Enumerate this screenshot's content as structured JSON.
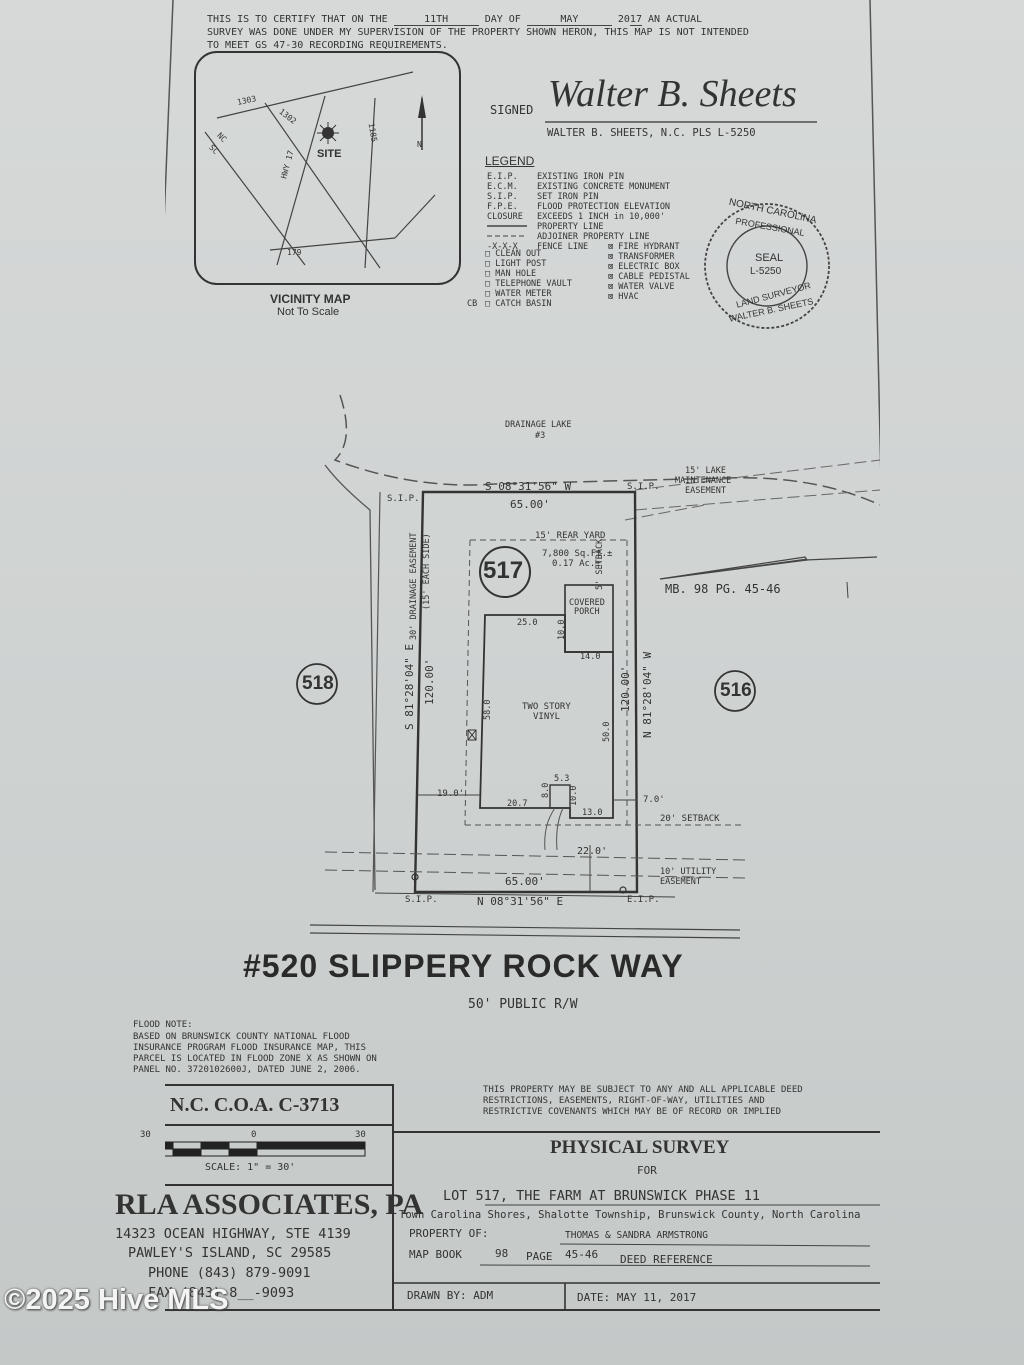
{
  "certification": {
    "line1_a": "THIS IS TO CERTIFY THAT ON THE",
    "day": "11TH",
    "line1_b": "DAY OF",
    "month": "MAY",
    "year_prefix": "20",
    "year_suffix": "17",
    "line1_c": "AN ACTUAL",
    "line2": "SURVEY WAS DONE UNDER MY SUPERVISION OF THE PROPERTY SHOWN HERON, THIS MAP IS NOT INTENDED",
    "line3": "TO MEET GS 47-30 RECORDING REQUIREMENTS."
  },
  "signature": {
    "signed_label": "SIGNED",
    "signature_script": "Walter B. Sheets",
    "surveyor": "WALTER B. SHEETS, N.C. PLS  L-5250"
  },
  "vicinity_map": {
    "title": "VICINITY MAP",
    "subtitle": "Not To Scale",
    "site_label": "SITE",
    "roads": [
      "1303",
      "1302",
      "1185",
      "HWY 17",
      "NC",
      "SC",
      "179"
    ],
    "north": "N"
  },
  "legend": {
    "title": "LEGEND",
    "abbreviations": [
      {
        "code": "E.I.P.",
        "desc": "EXISTING IRON PIN"
      },
      {
        "code": "E.C.M.",
        "desc": "EXISTING CONCRETE MONUMENT"
      },
      {
        "code": "S.I.P.",
        "desc": "SET IRON PIN"
      },
      {
        "code": "F.P.E.",
        "desc": "FLOOD PROTECTION ELEVATION"
      },
      {
        "code": "CLOSURE",
        "desc": "EXCEEDS 1 INCH in 10,000'"
      },
      {
        "code": "",
        "desc": "PROPERTY LINE"
      },
      {
        "code": "",
        "desc": "ADJOINER PROPERTY LINE"
      },
      {
        "code": "-X-X-X",
        "desc": "FENCE LINE"
      }
    ],
    "symbols_left": [
      "CLEAN OUT",
      "LIGHT POST",
      "MAN HOLE",
      "TELEPHONE VAULT",
      "WATER METER",
      "CATCH BASIN"
    ],
    "symbols_right": [
      "FIRE HYDRANT",
      "TRANSFORMER",
      "ELECTRIC BOX",
      "CABLE PEDISTAL",
      "WATER VALVE",
      "HVAC"
    ],
    "cb_label": "CB"
  },
  "seal": {
    "top_text": "NORTH CAROLINA",
    "mid_text": "PROFESSIONAL",
    "center1": "SEAL",
    "center2": "L-5250",
    "bottom_text": "LAND SURVEYOR",
    "name_text": "WALTER B. SHEETS"
  },
  "plat": {
    "drainage_lake": "DRAINAGE LAKE",
    "drainage_lake_no": "#3",
    "rear_bearing": "S 08°31'56\" W",
    "rear_distance": "65.00'",
    "lake_easement_1": "15' LAKE",
    "lake_easement_2": "MAINTENANCE",
    "lake_easement_3": "EASEMENT",
    "sip_top_left": "S.I.P.",
    "sip_top_right": "S.I.P.",
    "rear_yard": "15' REAR YARD",
    "area_sqft": "7,800 Sq.Ft.±",
    "area_ac": "0.17 Ac.±",
    "lot_number": "517",
    "side_setback": "5' SETBACK",
    "covered_porch_1": "COVERED",
    "covered_porch_2": "PORCH",
    "dim_25": "25.0",
    "dim_10_porch": "10.0",
    "dim_14": "14.0",
    "drainage_easement": "30' DRAINAGE EASEMENT",
    "drainage_easement_2": "(15' EACH SIDE)",
    "left_bearing": "S 81°28'04\" E",
    "left_distance": "120.00'",
    "right_bearing": "N 81°28'04\" W",
    "right_distance": "120.00'",
    "house_1": "TWO STORY",
    "house_2": "VINYL",
    "dim_58": "58.0",
    "dim_50": "50.0",
    "dim_19": "19.0'",
    "dim_20_7": "20.7",
    "dim_8": "8.0",
    "dim_5_3": "5.3",
    "dim_10_front": "10.0",
    "dim_13": "13.0",
    "dim_7": "7.0'",
    "front_setback": "20' SETBACK",
    "dim_22": "22.0'",
    "utility_easement_1": "10' UTILITY",
    "utility_easement_2": "EASEMENT",
    "front_distance": "65.00'",
    "front_bearing": "N 08°31'56\" E",
    "sip_bottom": "S.I.P.",
    "eip_bottom": "E.I.P.",
    "adj_left": "518",
    "adj_right": "516",
    "mapbook_ref": "MB. 98  PG. 45-46"
  },
  "street": {
    "name": "#520 SLIPPERY ROCK WAY",
    "row": "50'  PUBLIC R/W"
  },
  "flood_note": {
    "title": "FLOOD NOTE:",
    "lines": [
      "BASED ON BRUNSWICK COUNTY NATIONAL FLOOD",
      "INSURANCE PROGRAM FLOOD INSURANCE MAP, THIS",
      "PARCEL IS LOCATED IN FLOOD ZONE X AS SHOWN ON",
      "PANEL NO. 3720102600J, DATED JUNE 2, 2006."
    ]
  },
  "restriction_note": [
    "THIS PROPERTY MAY BE SUBJECT TO ANY AND ALL APPLICABLE DEED",
    "RESTRICTIONS, EASEMENTS, RIGHT-OF-WAY, UTILITIES AND",
    "RESTRICTIVE COVENANTS WHICH MAY BE OF RECORD OR IMPLIED"
  ],
  "title_block": {
    "coa": "N.C. C.O.A. C-3713",
    "scale_30_left": "30",
    "scale_0": "0",
    "scale_30_right": "30",
    "scale_text": "SCALE: 1\" = 30'",
    "firm": "RLA ASSOCIATES, PA",
    "address1": "14323 OCEAN HIGHWAY, STE 4139",
    "address2": "PAWLEY'S ISLAND, SC 29585",
    "phone": "PHONE (843) 879-9091",
    "fax": "FAX (843) 8__-9093",
    "survey_title": "PHYSICAL SURVEY",
    "for_label": "FOR",
    "lot_desc": "LOT 517, THE FARM AT BRUNSWICK PHASE 11",
    "location": "Town Carolina Shores, Shalotte Township, Brunswick County, North Carolina",
    "property_of_label": "PROPERTY OF:",
    "owners": "THOMAS & SANDRA ARMSTRONG",
    "mapbook_label": "MAP BOOK",
    "mapbook": "98",
    "page_label": "PAGE",
    "page": "45-46",
    "deed_label": "DEED REFERENCE",
    "drawn_by": "DRAWN BY: ADM",
    "date": "DATE: MAY 11, 2017"
  },
  "watermark": "©2025 Hive MLS"
}
